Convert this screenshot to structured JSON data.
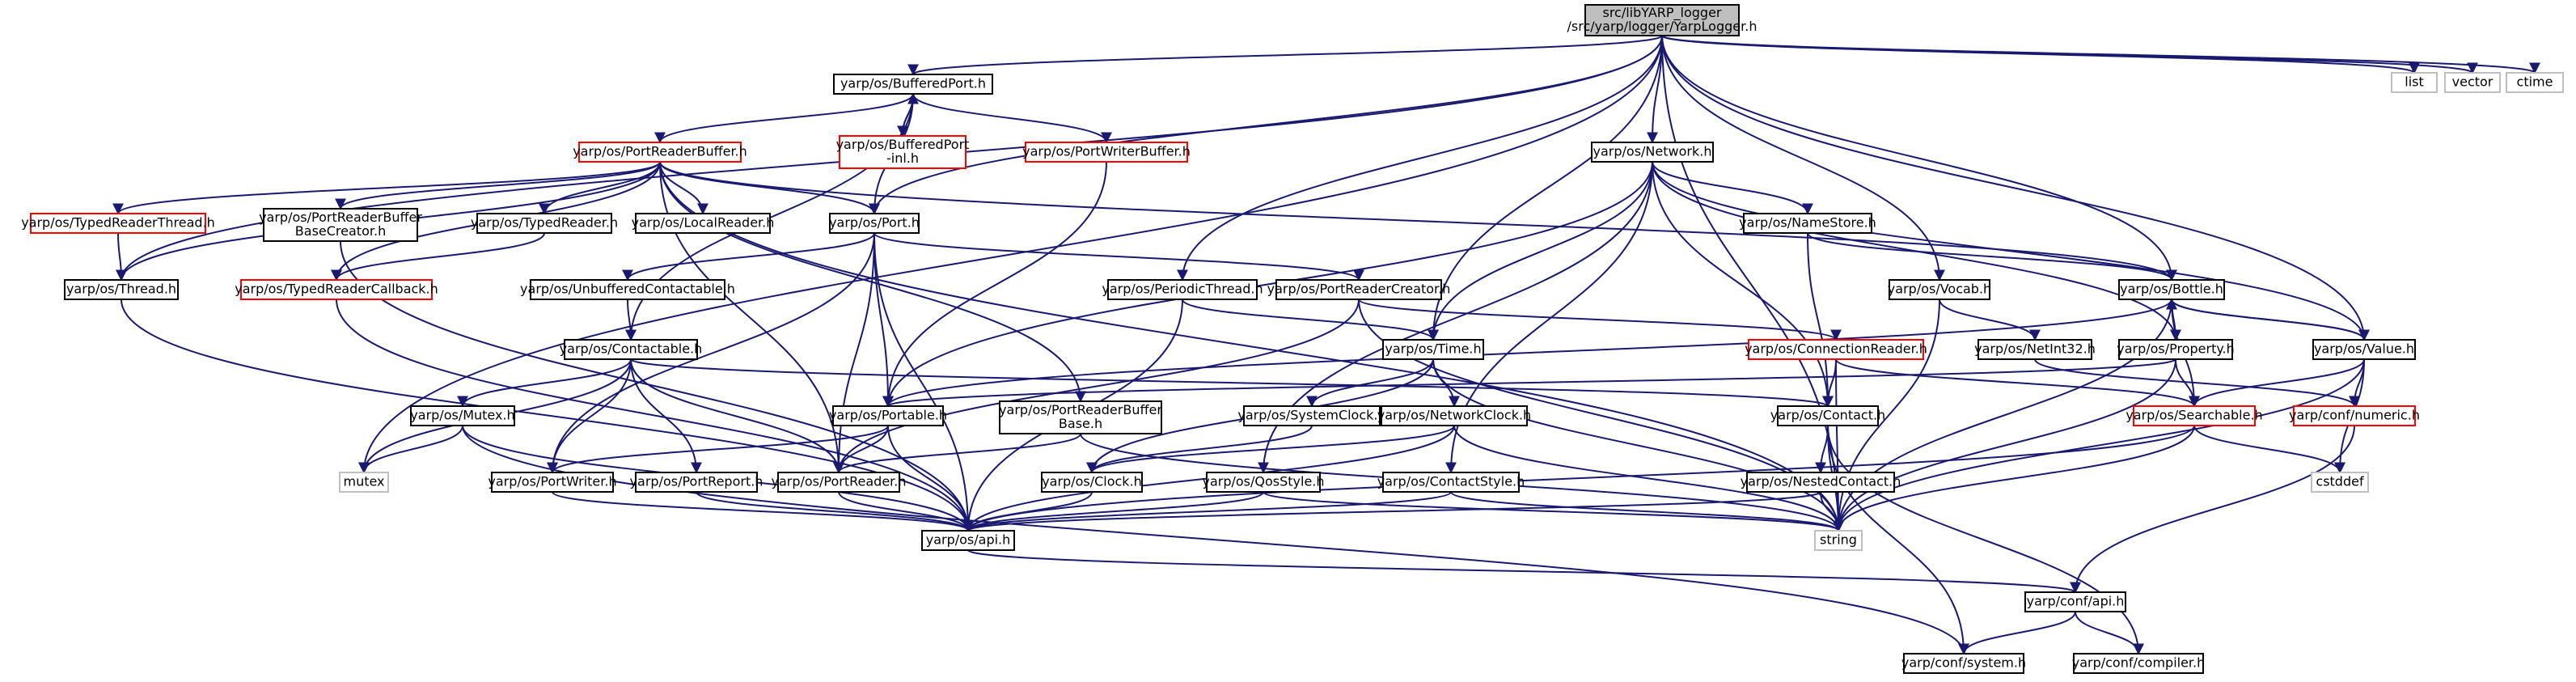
{
  "root": {
    "label_line1": "src/libYARP_logger",
    "label_line2": "/src/yarp/logger/YarpLogger.h"
  },
  "colors": {
    "edge": "#191970",
    "node_border": "#000000",
    "missing_border": "#ff0000",
    "external_border": "#bfbfbf",
    "root_fill": "#bfbfbf"
  },
  "nodes": {
    "list": "list",
    "vector": "vector",
    "ctime": "ctime",
    "buffered_port": "yarp/os/BufferedPort.h",
    "buffered_port_inl_1": "yarp/os/BufferedPort",
    "buffered_port_inl_2": "-inl.h",
    "port_writer_buffer": "yarp/os/PortWriterBuffer.h",
    "port_reader_buffer": "yarp/os/PortReaderBuffer.h",
    "network": "yarp/os/Network.h",
    "typed_reader_thread": "yarp/os/TypedReaderThread.h",
    "prb_base_creator_1": "yarp/os/PortReaderBuffer",
    "prb_base_creator_2": "BaseCreator.h",
    "typed_reader": "yarp/os/TypedReader.h",
    "local_reader": "yarp/os/LocalReader.h",
    "port": "yarp/os/Port.h",
    "name_store": "yarp/os/NameStore.h",
    "thread": "yarp/os/Thread.h",
    "typed_reader_callback": "yarp/os/TypedReaderCallback.h",
    "unbuffered_contactable": "yarp/os/UnbufferedContactable.h",
    "periodic_thread": "yarp/os/PeriodicThread.h",
    "port_reader_creator": "yarp/os/PortReaderCreator.h",
    "vocab": "yarp/os/Vocab.h",
    "bottle": "yarp/os/Bottle.h",
    "contactable": "yarp/os/Contactable.h",
    "time": "yarp/os/Time.h",
    "connection_reader": "yarp/os/ConnectionReader.h",
    "net_int32": "yarp/os/NetInt32.h",
    "property": "yarp/os/Property.h",
    "value": "yarp/os/Value.h",
    "mutex_h": "yarp/os/Mutex.h",
    "portable": "yarp/os/Portable.h",
    "system_clock": "yarp/os/SystemClock.h",
    "network_clock": "yarp/os/NetworkClock.h",
    "prb_base_1": "yarp/os/PortReaderBuffer",
    "prb_base_2": "Base.h",
    "contact": "yarp/os/Contact.h",
    "searchable": "yarp/os/Searchable.h",
    "conf_numeric": "yarp/conf/numeric.h",
    "mutex": "mutex",
    "port_writer": "yarp/os/PortWriter.h",
    "port_report": "yarp/os/PortReport.h",
    "port_reader": "yarp/os/PortReader.h",
    "clock": "yarp/os/Clock.h",
    "qos_style": "yarp/os/QosStyle.h",
    "contact_style": "yarp/os/ContactStyle.h",
    "nested_contact": "yarp/os/NestedContact.h",
    "cstddef": "cstddef",
    "api": "yarp/os/api.h",
    "string": "string",
    "conf_api": "yarp/conf/api.h",
    "conf_system": "yarp/conf/system.h",
    "conf_compiler": "yarp/conf/compiler.h"
  }
}
